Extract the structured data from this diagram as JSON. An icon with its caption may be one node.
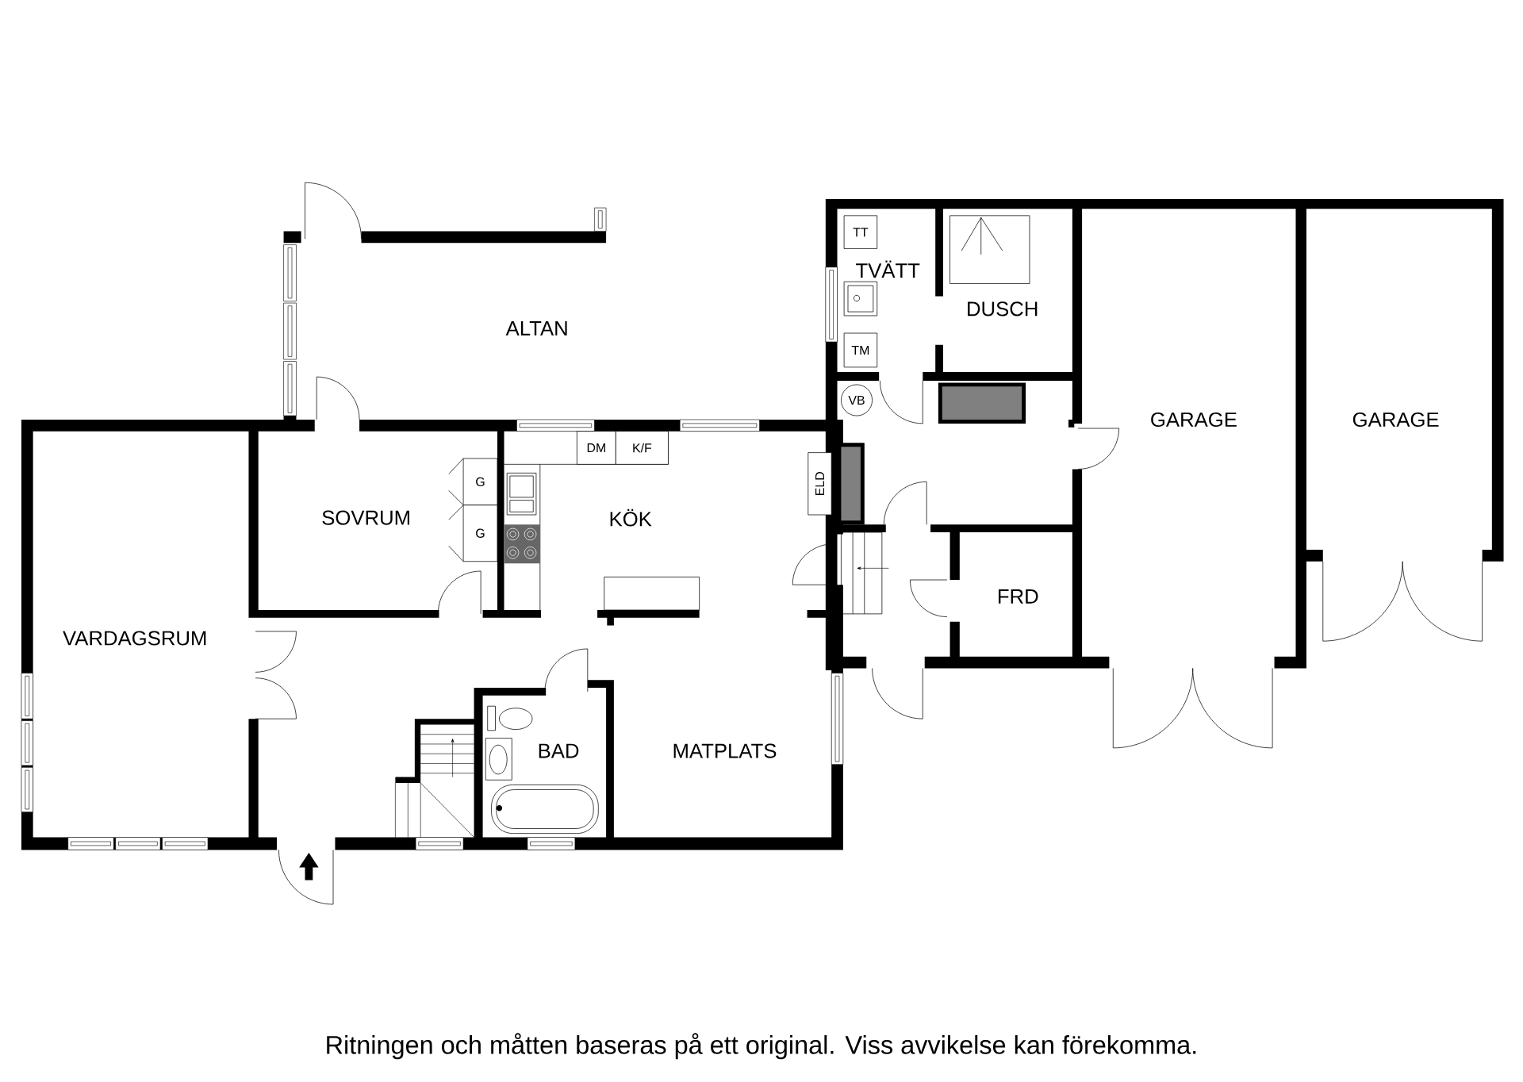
{
  "diagram": {
    "caption": "Ritningen och måtten baseras på ett original. Viss avvikelse kan förekomma.",
    "nodes": [
      {
        "text": [
          "TT"
        ]
      },
      {
        "text": [
          "TM"
        ]
      },
      {
        "text": [
          "VB"
        ]
      },
      {
        "text": [
          "DM"
        ]
      },
      {
        "text": [
          "K/F"
        ]
      },
      {
        "text": [
          "ELD"
        ]
      },
      {
        "text": [
          "G"
        ]
      },
      {
        "text": [
          "G"
        ]
      }
    ],
    "labels": [
      "TVÄTT",
      "DUSCH",
      "ALTAN",
      "GARAGE",
      "GARAGE",
      "SOVRUM",
      "KÖK",
      "FRD",
      "VARDAGSRUM",
      "BAD",
      "MATPLATS"
    ]
  }
}
